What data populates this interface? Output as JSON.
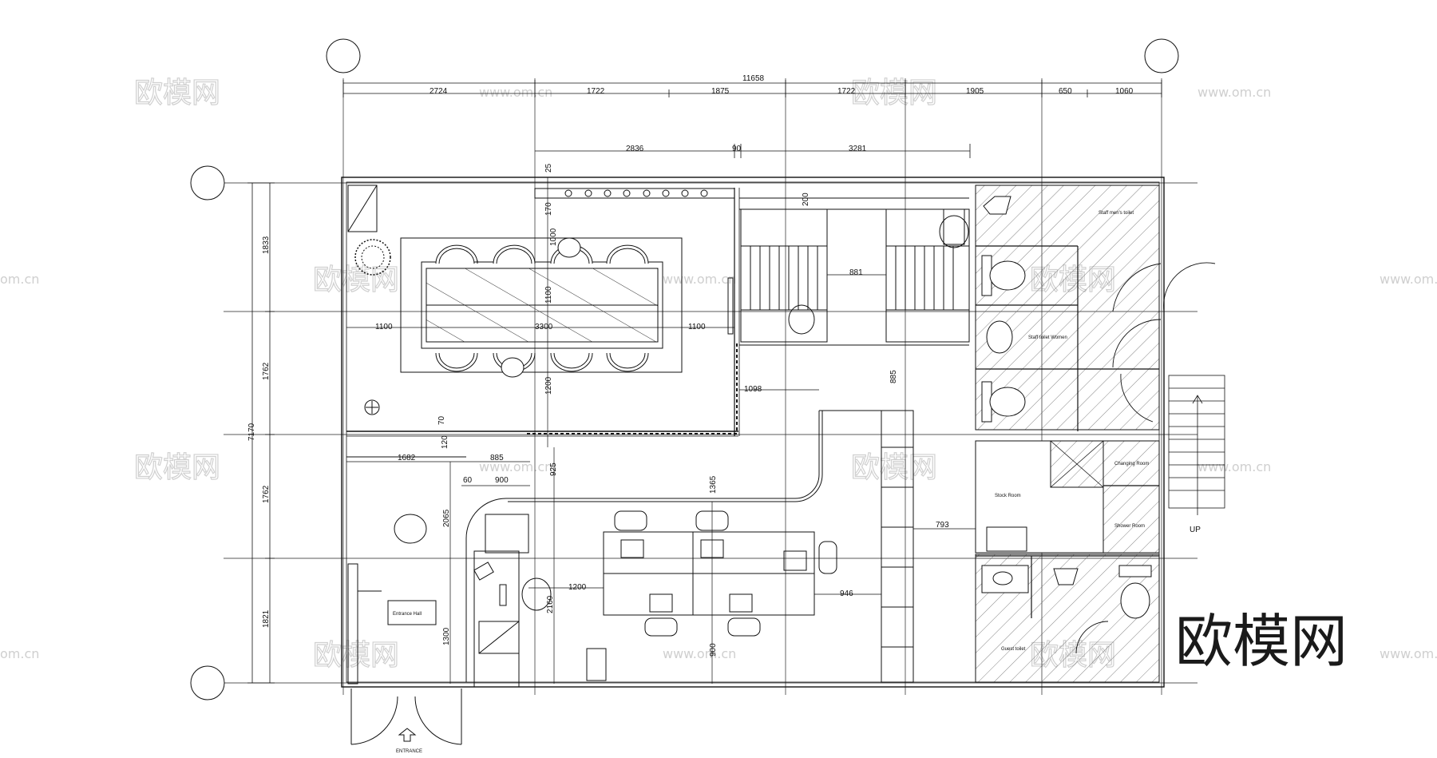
{
  "watermark": {
    "brand": "欧模网",
    "url": "www.om.cn",
    "url_short": "om.cn",
    "color": "#d9d9d9"
  },
  "top_dims": {
    "total": "11658",
    "segments": [
      "2724",
      "1722",
      "1875",
      "1722",
      "1905",
      "650",
      "1060"
    ]
  },
  "second_dims": [
    "2836",
    "90",
    "3281"
  ],
  "left_dims": {
    "total": "7170",
    "segments": [
      "1833",
      "1762",
      "1762",
      "1821"
    ]
  },
  "interior_dims": {
    "d25": "25",
    "d170": "170",
    "d1000": "1000",
    "d1100a": "1100",
    "d1100b": "1100",
    "d3300": "3300",
    "d1100c": "1100",
    "d1200a": "1200",
    "d200": "200",
    "d881": "881",
    "d885a": "885",
    "d1098": "1098",
    "d70": "70",
    "d120": "120",
    "d1682": "1682",
    "d885b": "885",
    "d60": "60",
    "d900a": "900",
    "d925": "925",
    "d1365": "1365",
    "d2065": "2065",
    "d793": "793",
    "d1200b": "1200",
    "d2160": "2160",
    "d946": "946",
    "d1300": "1300",
    "d900b": "900"
  },
  "labels": {
    "entrance_hall": "Entrance Hall",
    "entrance": "ENTRANCE",
    "up": "UP",
    "staff_mens_toilet": "Staff men's toilet",
    "staff_toilet_women": "Staff toilet Women",
    "changing_room": "Changing Room",
    "stock_room": "Stock Room",
    "shower_room": "Shower Room",
    "guest_toilet": "Guest toilet"
  },
  "colors": {
    "line": "#111111",
    "hatch": "#555555"
  }
}
